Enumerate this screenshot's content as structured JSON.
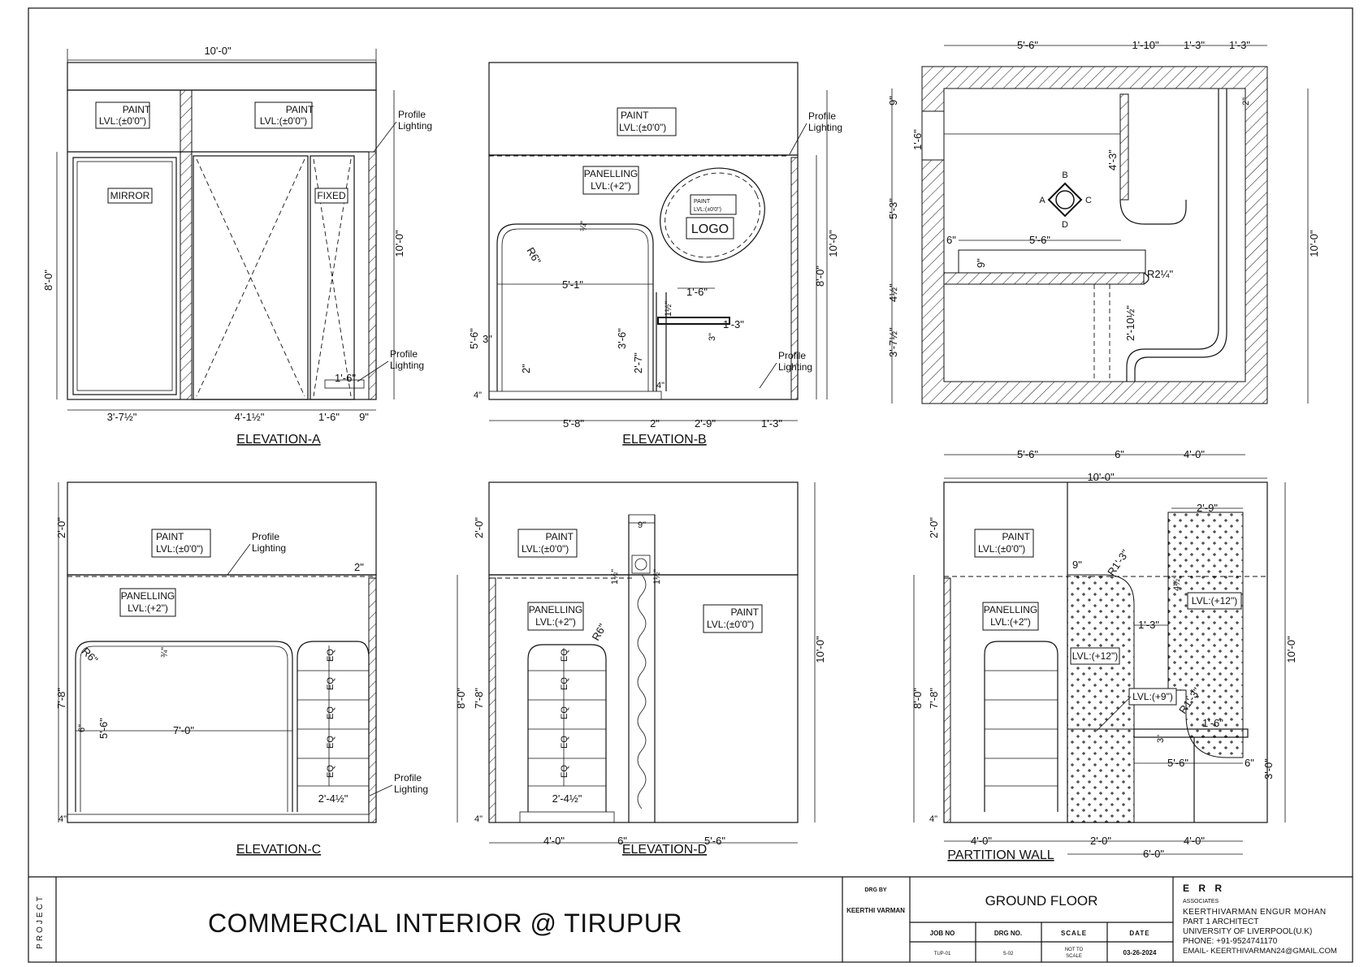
{
  "drawing": {
    "project_label": "PROJECT",
    "title": "COMMERCIAL INTERIOR @ TIRUPUR",
    "drg_by_label": "DRG BY",
    "drg_by_value": "KEERTHI VARMAN",
    "sheet_title": "GROUND FLOOR",
    "job_no_label": "JOB NO",
    "job_no_value": "TUP-01",
    "drg_no_label": "DRG NO.",
    "drg_no_value": "S-02",
    "scale_label": "SCALE",
    "scale_value_1": "NOT TO",
    "scale_value_2": "SCALE",
    "date_label": "DATE",
    "date_value": "03-26-2024",
    "firm_name": "E R R",
    "firm_sub": "ASSOCIATES",
    "firm_line1": "KEERTHIVARMAN ENGUR MOHAN",
    "firm_line2": "PART 1 ARCHITECT",
    "firm_line3": "UNIVERSITY OF LIVERPOOL(U.K)",
    "firm_line4": "PHONE: +91-9524741170",
    "firm_line5": "EMAIL- KEERTHIVARMAN24@GMAIL.COM"
  },
  "captions": {
    "elev_a": "ELEVATION-A",
    "elev_b": "ELEVATION-B",
    "elev_c": "ELEVATION-C",
    "elev_d": "ELEVATION-D",
    "partition": "PARTITION WALL"
  },
  "labels": {
    "paint": "PAINT",
    "lvl_0": "LVL:(±0'0\")",
    "panelling": "PANELLING",
    "lvl_2": "LVL:(+2\")",
    "mirror": "MIRROR",
    "fixed": "FIXED",
    "logo": "LOGO",
    "profile": "Profile",
    "lighting": "Lighting",
    "eq": "EQ",
    "lvl_12": "LVL:(+12\")",
    "lvl_9": "LVL:(+9\")",
    "compass_a": "A",
    "compass_b": "B",
    "compass_c": "C",
    "compass_d": "D"
  },
  "dims": {
    "a_top": "10'-0\"",
    "a_b1": "3'-7½\"",
    "a_b2": "4'-1½\"",
    "a_b3": "1'-6\"",
    "a_b4": "9\"",
    "a_left": "8'-0\"",
    "a_right": "10'-0\"",
    "a_stand": "1'-6\"",
    "b_b1": "5'-8\"",
    "b_b2": "2\"",
    "b_b3": "2'-9\"",
    "b_b4": "1'-3\"",
    "b_r6": "R6\"",
    "b_w": "5'-1\"",
    "b_h": "5'-6\"",
    "b_left": "3\"",
    "b_34": "¾\"",
    "b_16": "1'-6\"",
    "b_13": "1'-3\"",
    "b_36": "3'-6\"",
    "b_27": "2'-7\"",
    "b_2": "2\"",
    "b_4": "4\"",
    "b_80": "8'-0\"",
    "b_100": "10'-0\"",
    "b_3": "3\"",
    "b_1h": "1½\"",
    "p_t1": "5'-6\"",
    "p_t2": "1'-10\"",
    "p_t3": "1'-3\"",
    "p_t4": "1'-3\"",
    "p_b1": "5'-6\"",
    "p_b2": "6\"",
    "p_b3": "4'-0\"",
    "p_l1": "9\"",
    "p_l2": "1'-6\"",
    "p_l3": "5'-3\"",
    "p_l4": "4½\"",
    "p_l5": "3'-7½\"",
    "p_r": "10'-0\"",
    "p_mid": "5'-6\"",
    "p_6": "6\"",
    "p_9": "9\"",
    "p_43": "4'-3\"",
    "p_2": "2\"",
    "p_r2": "R2¼\"",
    "p_210": "2'-10½\"",
    "c_top": "2'-0\"",
    "c_78": "7'-8\"",
    "c_2": "2\"",
    "c_r6": "R6\"",
    "c_34": "¾\"",
    "c_70": "7'-0\"",
    "c_56": "5'-6\"",
    "c_6": "6\"",
    "c_24": "2'-4½\"",
    "c_4": "4\"",
    "d_top": "2'-0\"",
    "d_80": "8'-0\"",
    "d_78": "7'-8\"",
    "d_100": "10'-0\"",
    "d_9": "9\"",
    "d_1h": "1½\"",
    "d_r6": "R6\"",
    "d_24": "2'-4½\"",
    "d_40": "4'-0\"",
    "d_6": "6\"",
    "d_56": "5'-6\"",
    "d_4": "4\"",
    "w_top": "10'-0\"",
    "w_29": "2'-9\"",
    "w_20": "2'-0\"",
    "w_80": "8'-0\"",
    "w_78": "7'-8\"",
    "w_9": "9\"",
    "w_r13": "R1'-3\"",
    "w_13": "1'-3\"",
    "w_r1": "R1'-3\"",
    "w_16": "1'-6\"",
    "w_3": "3\"",
    "w_56": "5'-6\"",
    "w_6": "6\"",
    "w_30": "3'-0\"",
    "w_100": "10'-0\"",
    "w_b1": "4'-0\"",
    "w_b2": "2'-0\"",
    "w_b3": "4'-0\"",
    "w_b4": "6'-0\"",
    "w_4": "4\"",
    "w_42": "4½\""
  }
}
